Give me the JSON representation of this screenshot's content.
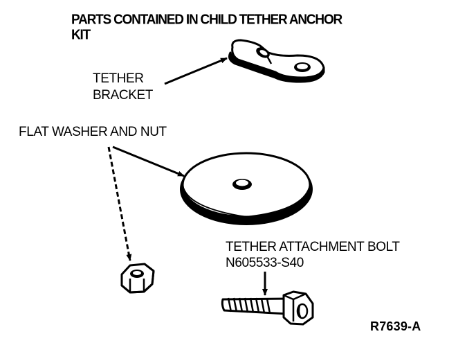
{
  "title": {
    "line1": "PARTS CONTAINED IN CHILD TETHER ANCHOR",
    "line2": "KIT"
  },
  "labels": {
    "tether_bracket": [
      "TETHER",
      "BRACKET"
    ],
    "washer_nut": "FLAT WASHER AND NUT",
    "bolt": [
      "TETHER ATTACHMENT BOLT",
      "N605533-S40"
    ]
  },
  "figure_code": "R7639-A",
  "colors": {
    "ink": "#000000",
    "paper": "#ffffff"
  }
}
